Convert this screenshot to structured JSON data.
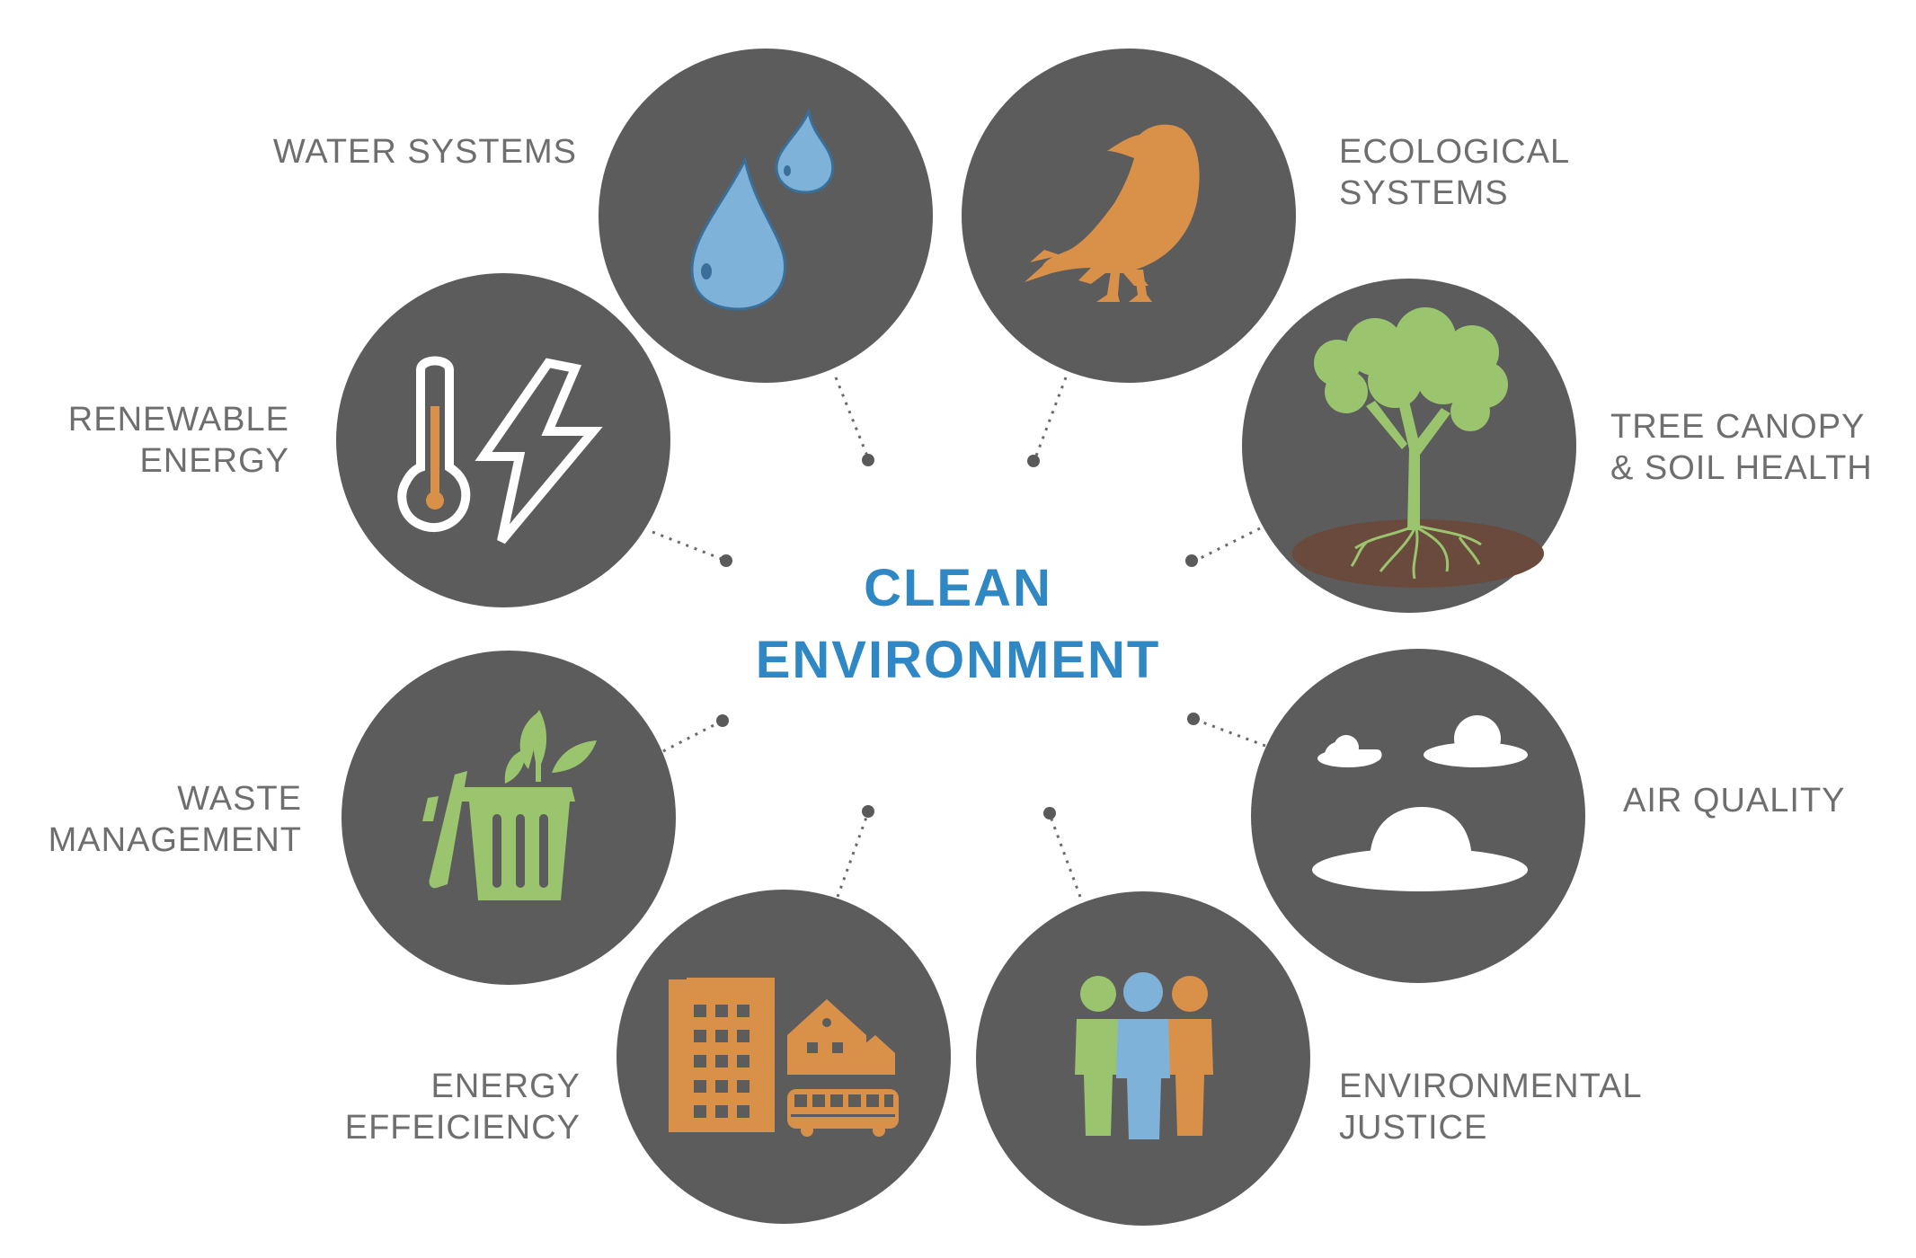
{
  "center": {
    "line1": "CLEAN",
    "line2": "ENVIRONMENT"
  },
  "topics": {
    "water": {
      "line1": "WATER SYSTEMS",
      "icon": "water-drops-icon"
    },
    "ecological": {
      "line1": "ECOLOGICAL",
      "line2": "SYSTEMS",
      "icon": "bird-icon"
    },
    "tree": {
      "line1": "TREE CANOPY",
      "line2": "& SOIL HEALTH",
      "icon": "tree-roots-icon"
    },
    "air": {
      "line1": "AIR QUALITY",
      "icon": "clouds-icon"
    },
    "justice": {
      "line1": "ENVIRONMENTAL",
      "line2": "JUSTICE",
      "icon": "people-icon"
    },
    "efficiency": {
      "line1": "ENERGY",
      "line2": "EFFEICIENCY",
      "icon": "buildings-bus-icon"
    },
    "waste": {
      "line1": "WASTE",
      "line2": "MANAGEMENT",
      "icon": "compost-bin-icon"
    },
    "renewable": {
      "line1": "RENEWABLE",
      "line2": "ENERGY",
      "icon": "thermometer-lightning-icon"
    }
  },
  "colors": {
    "circle": "#5c5c5c",
    "title": "#2f87c3",
    "label": "#6e6e6e",
    "blue": "#7fb2d8",
    "orange": "#d9914a",
    "green": "#9ac46d",
    "soil": "#6a4a3c",
    "white": "#ffffff"
  }
}
